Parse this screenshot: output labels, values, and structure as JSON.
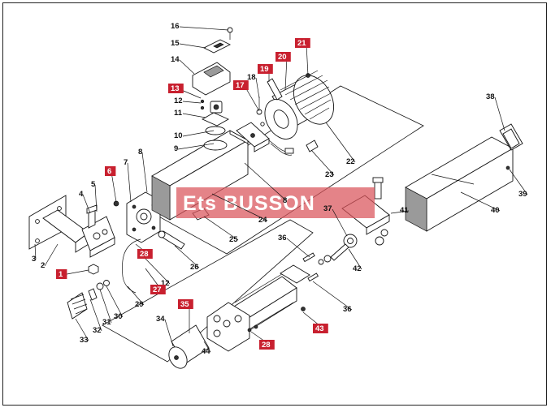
{
  "watermark": "Ets BUSSON",
  "colors": {
    "accent_red": "#c8202f",
    "ink": "#111111",
    "watermark_red": "#d9535a"
  },
  "callouts": [
    {
      "n": "1",
      "red": true
    },
    {
      "n": "2",
      "red": false
    },
    {
      "n": "3",
      "red": false
    },
    {
      "n": "4",
      "red": false
    },
    {
      "n": "5",
      "red": false
    },
    {
      "n": "6",
      "red": true
    },
    {
      "n": "7",
      "red": false
    },
    {
      "n": "8",
      "red": false
    },
    {
      "n": "8",
      "red": false
    },
    {
      "n": "9",
      "red": false
    },
    {
      "n": "10",
      "red": false
    },
    {
      "n": "11",
      "red": false
    },
    {
      "n": "12",
      "red": false
    },
    {
      "n": "12",
      "red": false
    },
    {
      "n": "13",
      "red": true
    },
    {
      "n": "14",
      "red": false
    },
    {
      "n": "15",
      "red": false
    },
    {
      "n": "16",
      "red": false
    },
    {
      "n": "17",
      "red": true
    },
    {
      "n": "18",
      "red": false
    },
    {
      "n": "19",
      "red": true
    },
    {
      "n": "20",
      "red": true
    },
    {
      "n": "21",
      "red": true
    },
    {
      "n": "22",
      "red": false
    },
    {
      "n": "23",
      "red": false
    },
    {
      "n": "24",
      "red": false
    },
    {
      "n": "25",
      "red": false
    },
    {
      "n": "26",
      "red": false
    },
    {
      "n": "27",
      "red": true
    },
    {
      "n": "28",
      "red": true
    },
    {
      "n": "28",
      "red": true
    },
    {
      "n": "29",
      "red": false
    },
    {
      "n": "30",
      "red": false
    },
    {
      "n": "31",
      "red": false
    },
    {
      "n": "32",
      "red": false
    },
    {
      "n": "33",
      "red": false
    },
    {
      "n": "34",
      "red": false
    },
    {
      "n": "35",
      "red": true
    },
    {
      "n": "36",
      "red": false
    },
    {
      "n": "36",
      "red": false
    },
    {
      "n": "37",
      "red": false
    },
    {
      "n": "38",
      "red": false
    },
    {
      "n": "39",
      "red": false
    },
    {
      "n": "40",
      "red": false
    },
    {
      "n": "41",
      "red": false
    },
    {
      "n": "42",
      "red": false
    },
    {
      "n": "43",
      "red": true
    },
    {
      "n": "44",
      "red": false
    }
  ]
}
